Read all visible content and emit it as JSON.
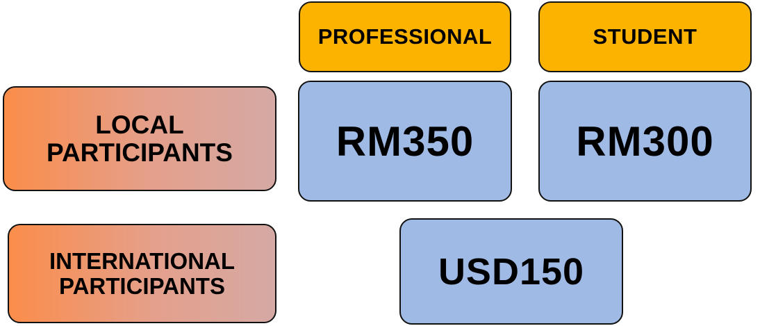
{
  "columns": {
    "professional": "PROFESSIONAL",
    "student": "STUDENT"
  },
  "rows": {
    "local": {
      "label_line1": "LOCAL",
      "label_line2": "PARTICIPANTS",
      "professional_price": "RM350",
      "student_price": "RM300"
    },
    "international": {
      "label_line1": "INTERNATIONAL",
      "label_line2": "PARTICIPANTS",
      "price": "USD150"
    }
  },
  "colors": {
    "header_fill": "#fbb300",
    "price_fill": "#a0bae6",
    "label_gradient_start": "#fb8d4a",
    "label_gradient_end": "#d5a9a4",
    "border": "#111111"
  }
}
